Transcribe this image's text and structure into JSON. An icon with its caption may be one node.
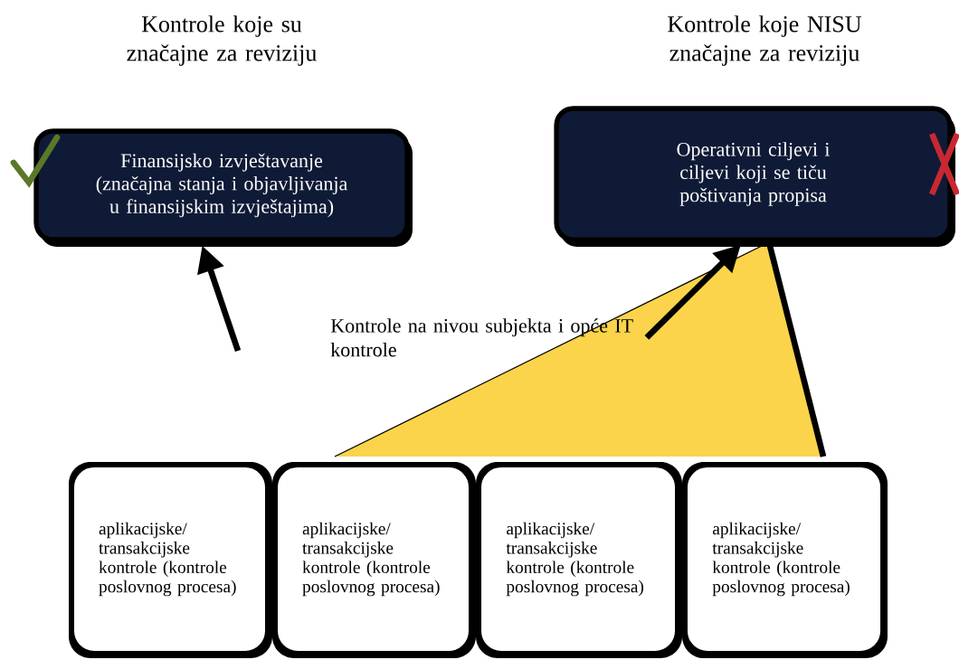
{
  "diagram": {
    "nodes": [
      {
        "text": [
          "Kontrole koje su značajne za reviziju",
          "Finansijsko izvještavanje (značajna stanja i objavljivanja u finansijskim izvještajima)"
        ]
      },
      {
        "text": [
          "Kontrole koje NISU značajne za reviziju",
          "Operativni ciljevi i ciljevi koji se tiču poštivanja propisa"
        ]
      },
      {
        "text": [
          "Kontrole na nivou subjekta i opće IT kontrole"
        ]
      },
      {
        "text": [
          "aplikacijske/ transakcijske kontrole (kontrole poslovnog procesa)"
        ]
      },
      {
        "text": [
          "aplikacijske/ transakcijske kontrole (kontrole poslovnog procesa)"
        ]
      },
      {
        "text": [
          "aplikacijske/ transakcijske kontrole (kontrole poslovnog procesa)"
        ]
      },
      {
        "text": [
          "aplikacijske/ transakcijske kontrole (kontrole poslovnog procesa)"
        ]
      }
    ],
    "edges": [
      {
        "from": null,
        "to": 0,
        "arrow": "to"
      },
      {
        "from": 2,
        "to": 1,
        "arrow": "to"
      }
    ]
  }
}
